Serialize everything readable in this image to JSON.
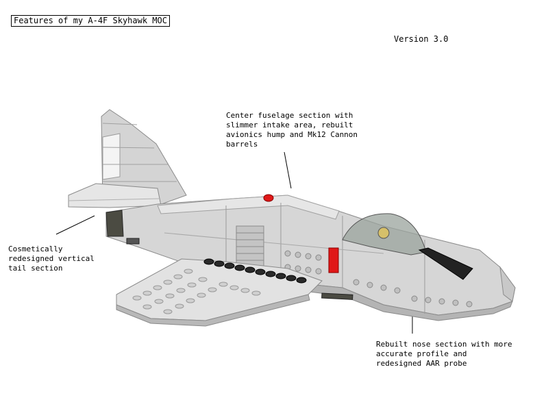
{
  "header": {
    "title": "Features of my A-4F Skyhawk MOC",
    "version": "Version 3.0"
  },
  "callouts": {
    "center": "Center fuselage section with\nslimmer intake area, rebuilt\navionics hump and Mk12 Cannon\nbarrels",
    "tail": "Cosmetically\nredesigned vertical\ntail section",
    "nose": "Rebuilt nose section with more\naccurate profile and\nredesigned AAR probe"
  },
  "image": {
    "subject": "lego-a4f-skyhawk-model",
    "colors": {
      "body": "#d8d8d8",
      "shadow": "#a9a9a9",
      "edge": "#8a8a8a",
      "dark": "#333333",
      "red": "#e01818",
      "canopy": "#8e9790"
    }
  }
}
